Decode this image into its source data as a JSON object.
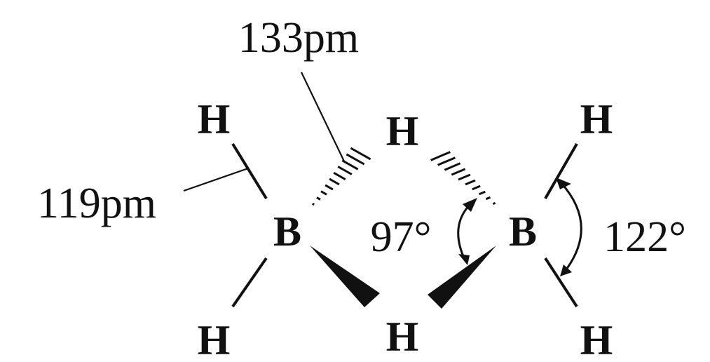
{
  "atoms": {
    "boron_left": "B",
    "boron_right": "B",
    "h_terminal_left_top": "H",
    "h_terminal_left_bottom": "H",
    "h_terminal_right_top": "H",
    "h_terminal_right_bottom": "H",
    "h_bridge_top": "H",
    "h_bridge_bottom": "H"
  },
  "measurements": {
    "bridge_bond_length": "133pm",
    "terminal_bond_length": "119pm",
    "bridge_angle": "97°",
    "terminal_angle": "122°"
  },
  "colors": {
    "ink": "#111111",
    "background": "#ffffff"
  }
}
